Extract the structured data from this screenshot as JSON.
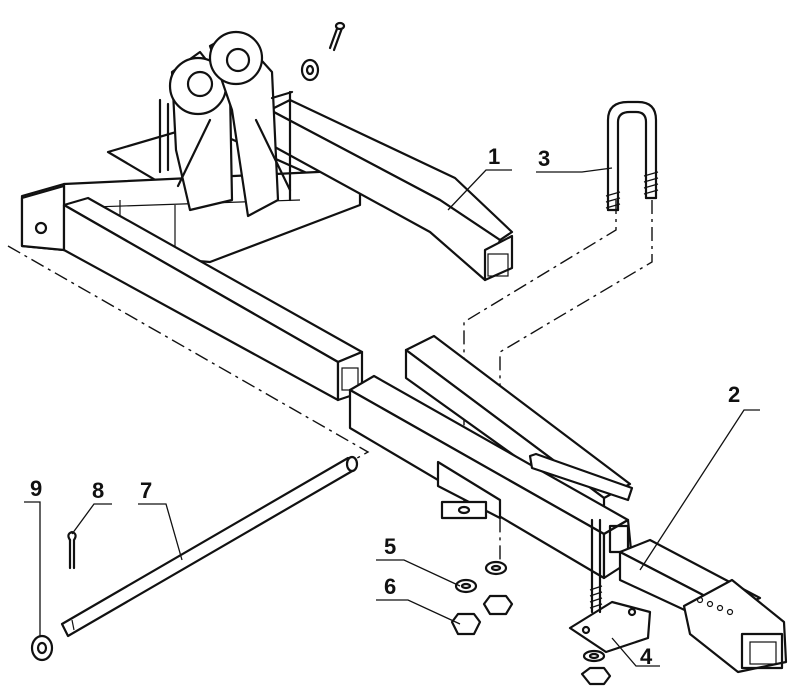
{
  "figure": {
    "callouts": [
      {
        "id": "1",
        "label": "1"
      },
      {
        "id": "2",
        "label": "2"
      },
      {
        "id": "3",
        "label": "3"
      },
      {
        "id": "4",
        "label": "4"
      },
      {
        "id": "5",
        "label": "5"
      },
      {
        "id": "6",
        "label": "6"
      },
      {
        "id": "7",
        "label": "7"
      },
      {
        "id": "8",
        "label": "8"
      },
      {
        "id": "9",
        "label": "9"
      }
    ]
  },
  "colors": {
    "ink": "#111111",
    "paper": "#ffffff"
  }
}
